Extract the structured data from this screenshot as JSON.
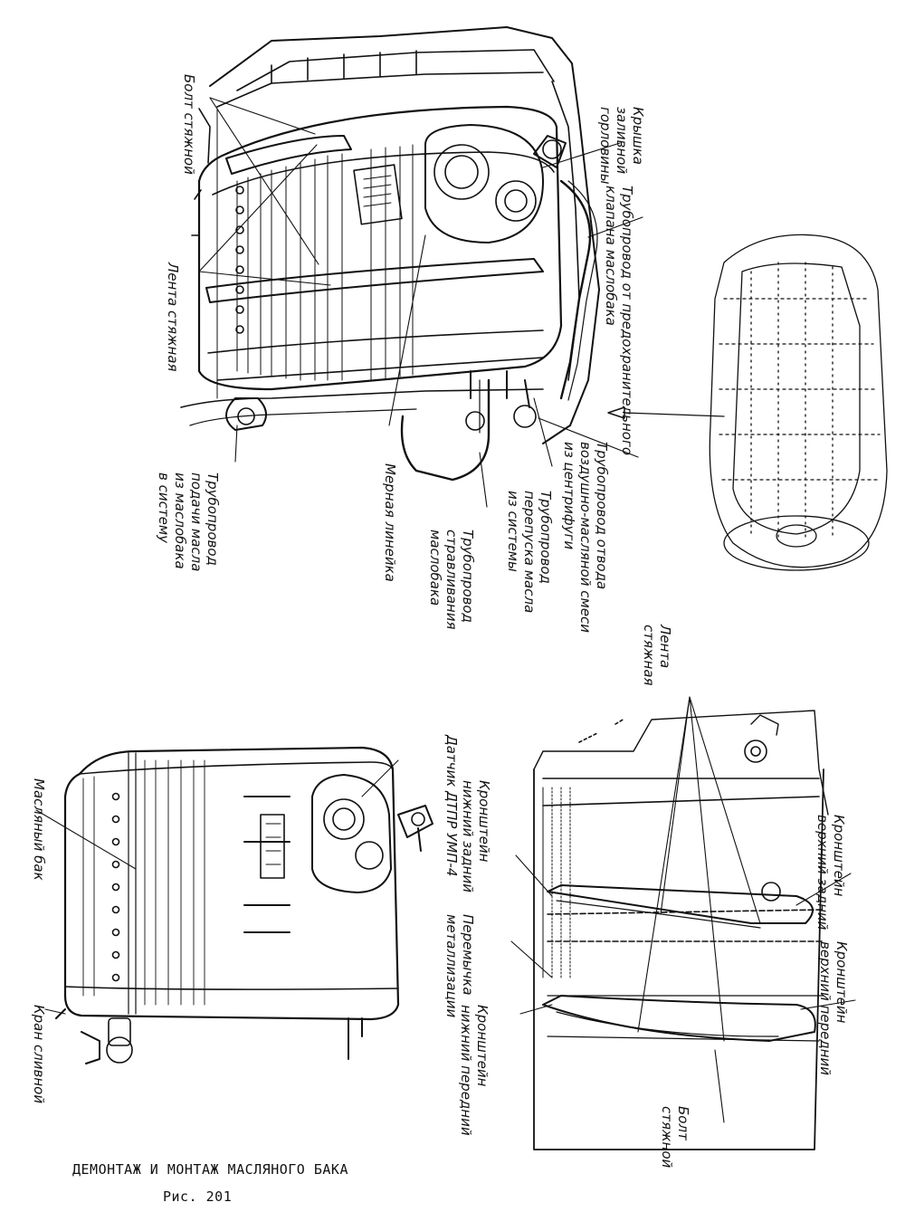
{
  "figure": {
    "title": "ДЕМОНТАЖ И МОНТАЖ МАСЛЯНОГО БАКА",
    "number": "Рис. 201"
  },
  "labels": {
    "bolt_stiazhnoi_top": "Болт стяжной",
    "lenta_stiazhnaia_top": "Лента стяжная",
    "kryshka": [
      "Крышка",
      "заливной",
      "горловины"
    ],
    "truboprovod_klapana": [
      "Трубопровод от предохранительного",
      "клапана маслобака"
    ],
    "truboprovod_otvoda": [
      "Трубопровод отвода",
      "воздушно-масляной смеси",
      "из центрифуги"
    ],
    "truboprovod_perepuska": [
      "Трубопровод",
      "перепуска масла",
      "из системы"
    ],
    "truboprovod_stravlivaniia": [
      "Трубопровод",
      "стравливания",
      "маслобака"
    ],
    "mernaia_lineika": "Мерная линейка",
    "truboprovod_podachi": [
      "Трубопровод",
      "подачи масла",
      "из маслобака",
      "в систему"
    ],
    "datchik": "Датчик ДТПР УМП-4",
    "maslianyi_bak": "Масляный бак",
    "kran_slivnoi": "Кран сливной",
    "lenta_stiazhnaia_bottom": [
      "Лента",
      "стяжная"
    ],
    "kronshtein_verkhnii_zadnii": [
      "Кронштейн",
      "верхний задний"
    ],
    "kronshtein_nizhnii_zadnii": [
      "Кронштейн",
      "нижний задний"
    ],
    "peremychka": [
      "Перемычка",
      "металлизации"
    ],
    "kronshtein_verkhnii_perednii": [
      "Кронштейн",
      "верхний передний"
    ],
    "kronshtein_nizhnii_perednii": [
      "Кронштейн",
      "нижний передний"
    ],
    "bolt_stiazhnoi_bottom": [
      "Болт",
      "стяжной"
    ]
  }
}
